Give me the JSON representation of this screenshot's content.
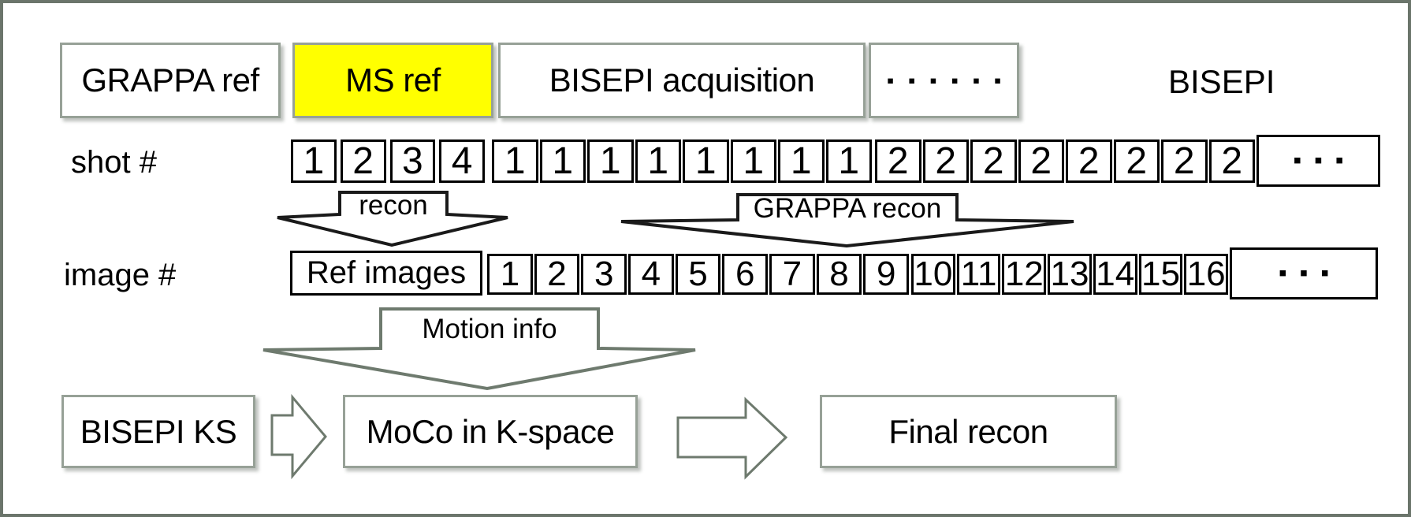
{
  "colors": {
    "frame_border": "#6b756b",
    "process_box_border": "#97a197",
    "highlight_yellow": "#ffff00",
    "cell_border": "#000000",
    "funnel_black": "#1a1a1a",
    "funnel_gray": "#6e7a6e"
  },
  "top_row": {
    "grappa_ref": "GRAPPA ref",
    "ms_ref": "MS ref",
    "bisepi_acquisition": "BISEPI acquisition",
    "dots": "▪▪▪▪▪▪",
    "trailing": "BISEPI"
  },
  "shot_row": {
    "label": "shot #",
    "ref_shots": [
      "1",
      "2",
      "3",
      "4"
    ],
    "volume1_shots": [
      "1",
      "1",
      "1",
      "1",
      "1",
      "1",
      "1",
      "1"
    ],
    "volume2_shots": [
      "2",
      "2",
      "2",
      "2",
      "2",
      "2",
      "2",
      "2"
    ],
    "ellipsis": "▪▪▪"
  },
  "arrows": {
    "recon": "recon",
    "grappa_recon": "GRAPPA recon",
    "motion_info": "Motion info"
  },
  "image_row": {
    "label": "image #",
    "ref_box": "Ref images",
    "images_1_9": [
      "1",
      "2",
      "3",
      "4",
      "5",
      "6",
      "7",
      "8",
      "9"
    ],
    "images_10_16": [
      "10",
      "11",
      "12",
      "13",
      "14",
      "15",
      "16"
    ],
    "ellipsis": "▪▪▪"
  },
  "bottom_row": {
    "bisepi_ks": "BISEPI KS",
    "moco": "MoCo in K-space",
    "final_recon": "Final recon"
  }
}
